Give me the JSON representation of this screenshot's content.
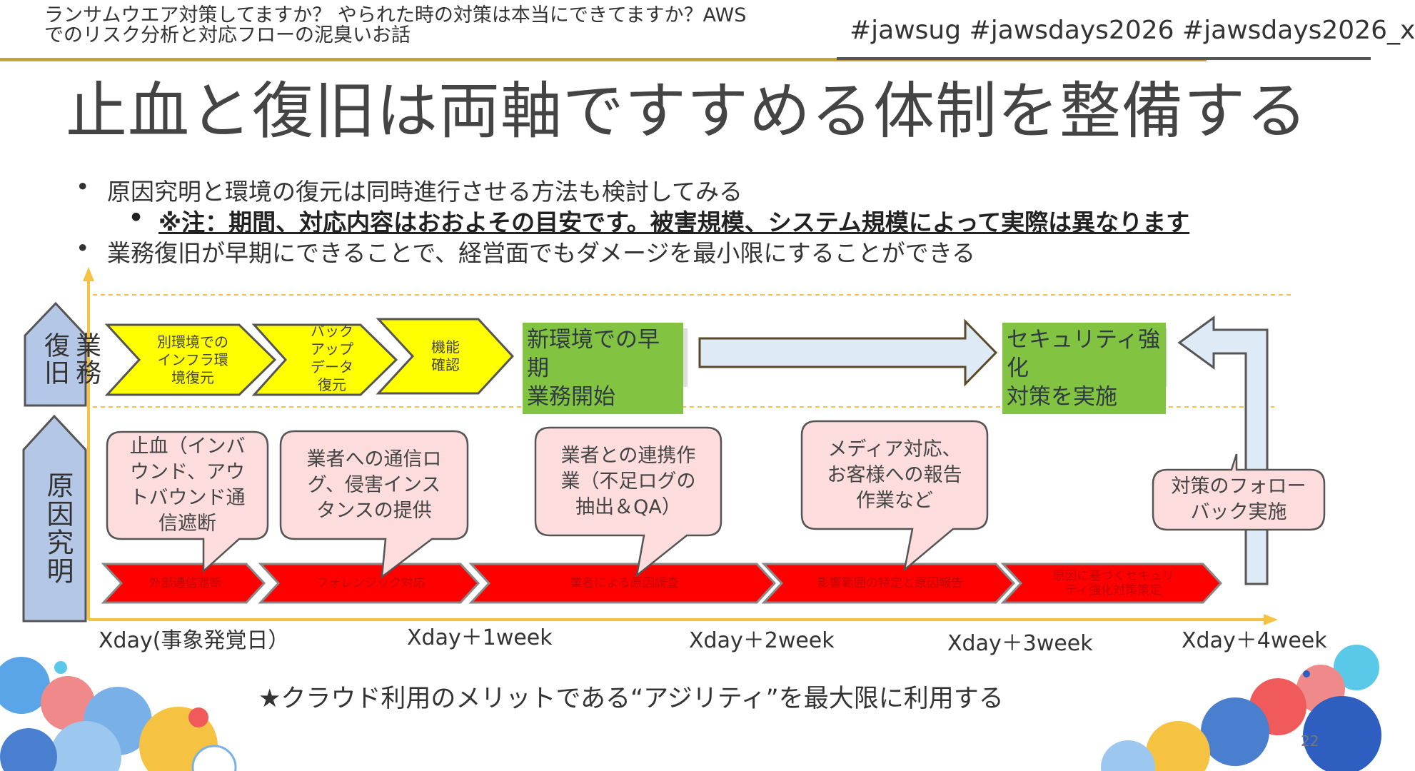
{
  "header": {
    "title": "ランサムウエア対策してますか？ やられた時の対策は本当にできてますか？AWS\nでのリスク分析と対応フローの泥臭いお話",
    "hashtags": "#jawsug #jawsdays2026 #jawsdays2026_x"
  },
  "slide": {
    "title": "止血と復旧は両軸ですすめる体制を整備する",
    "bullets": [
      "原因究明と環境の復元は同時進行させる方法も検討してみる",
      "※注：期間、対応内容はおおよその目安です。被害規模、システム規模によって実際は異なります",
      "業務復旧が早期にできることで、経営面でもダメージを最小限にすることができる"
    ],
    "bullet_mark": "•"
  },
  "diagram": {
    "lanes": {
      "recovery": "業務\n復旧",
      "investigation": "原因究明"
    },
    "recovery_steps": [
      "別環境での\nインフラ環\n境復元",
      "バック\nアップ\nデータ\n復元",
      "機能\n確認"
    ],
    "recovery_milestones": [
      "新環境での早期\n業務開始",
      "セキュリティ強化\n対策を実施"
    ],
    "investigation_steps": [
      "外部通信遮断",
      "フォレンジック対応",
      "業者による原因調査",
      "影響範囲の特定と原因報告",
      "原因に基づくセキュリ\nティ強化対策策定"
    ],
    "callouts": [
      "止血（インバ\nウンド、アウ\nトバウンド通\n信遮断",
      "業者への通信ロ\nグ、侵害インス\nタンスの提供",
      "業者との連携作\n業（不足ログの\n抽出＆QA）",
      "メディア対応、\nお客様への報告\n作業など",
      "対策のフォロー\nバック実施"
    ],
    "timeline": [
      "Xday(事象発覚日）",
      "Xday＋1week",
      "Xday＋2week",
      "Xday＋3week",
      "Xday＋4week"
    ]
  },
  "footer": {
    "message": "★クラウド利用のメリットである“アジリティ”を最大限に利用する"
  },
  "page_number": "22",
  "colors": {
    "gold": "#c8a03c",
    "yellow": "#ffff00",
    "green": "#82c341",
    "red": "#ff0000",
    "lane_blue": "#b4c7e7",
    "bubble": "#fcdcdc",
    "axis": "#f5c242"
  }
}
